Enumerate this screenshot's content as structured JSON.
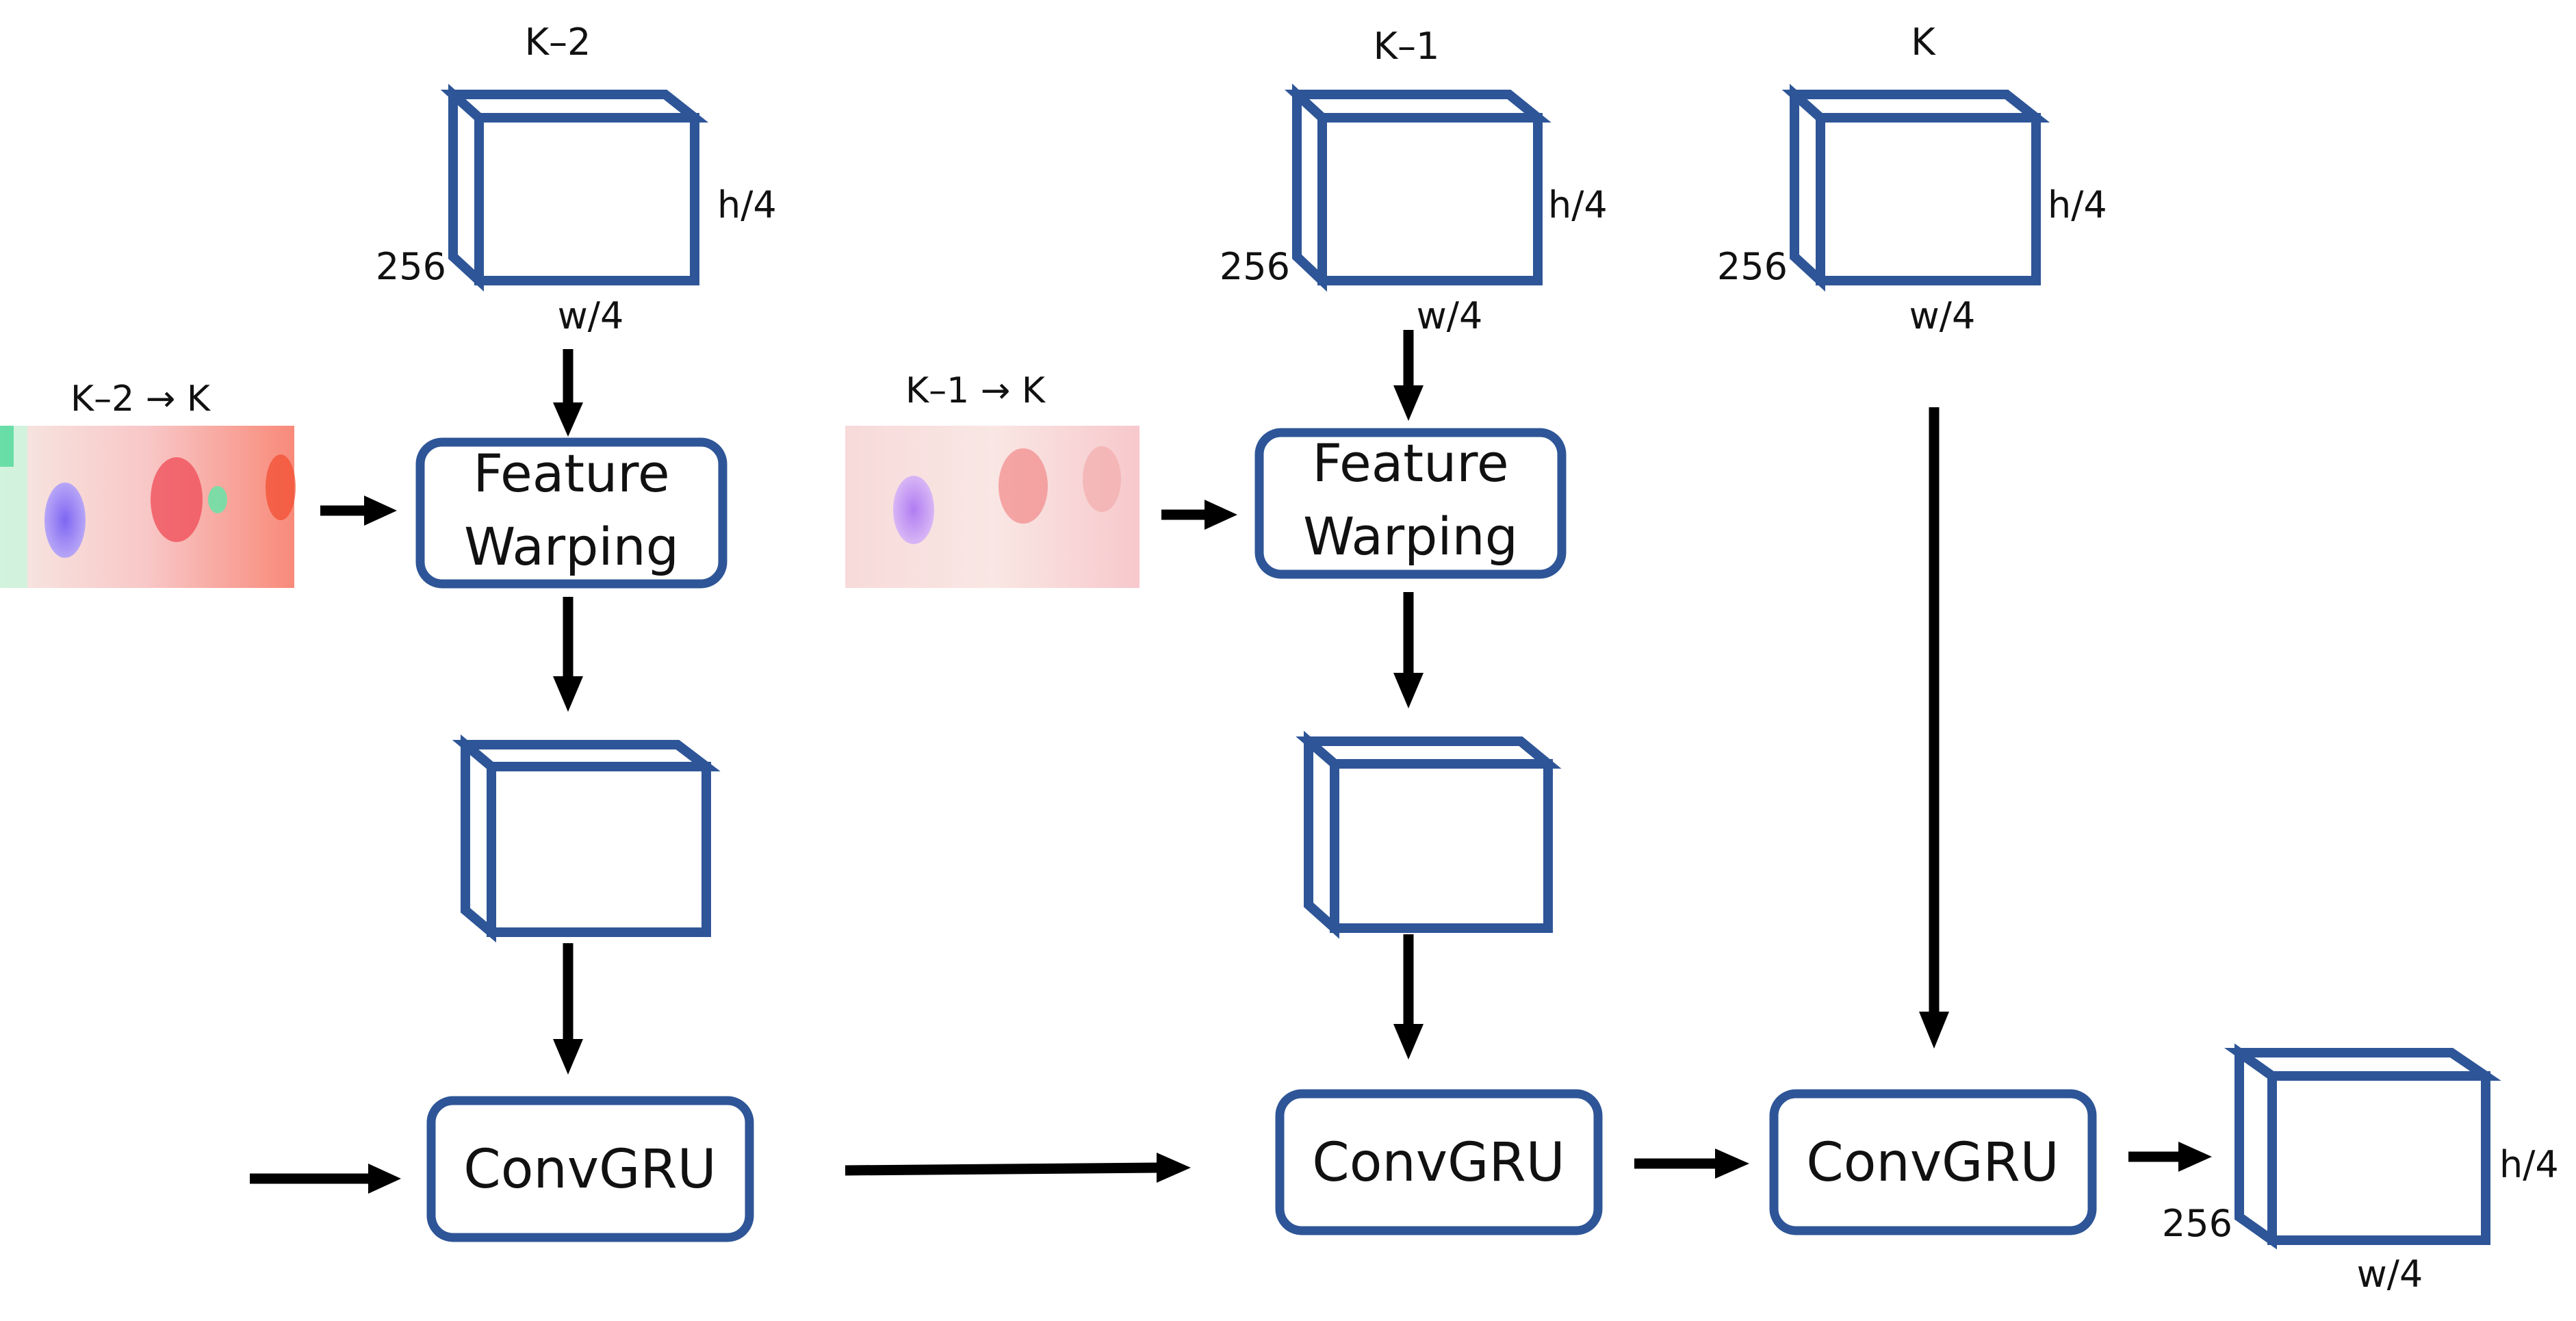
{
  "frames": {
    "k2": {
      "label": "K–2",
      "channels": "256",
      "height": "h/4",
      "width": "w/4"
    },
    "k1": {
      "label": "K–1",
      "channels": "256",
      "height": "h/4",
      "width": "w/4"
    },
    "k": {
      "label": "K",
      "channels": "256",
      "height": "h/4",
      "width": "w/4"
    }
  },
  "flows": {
    "k2": {
      "label": "K–2 → K"
    },
    "k1": {
      "label": "K–1 → K"
    }
  },
  "warping": {
    "line1": "Feature",
    "line2": "Warping"
  },
  "convgru": {
    "label": "ConvGRU"
  },
  "output": {
    "channels": "256",
    "height": "h/4",
    "width": "w/4"
  },
  "colors": {
    "box_stroke": "#2e5597",
    "arrow": "#000000",
    "text": "#111111"
  }
}
